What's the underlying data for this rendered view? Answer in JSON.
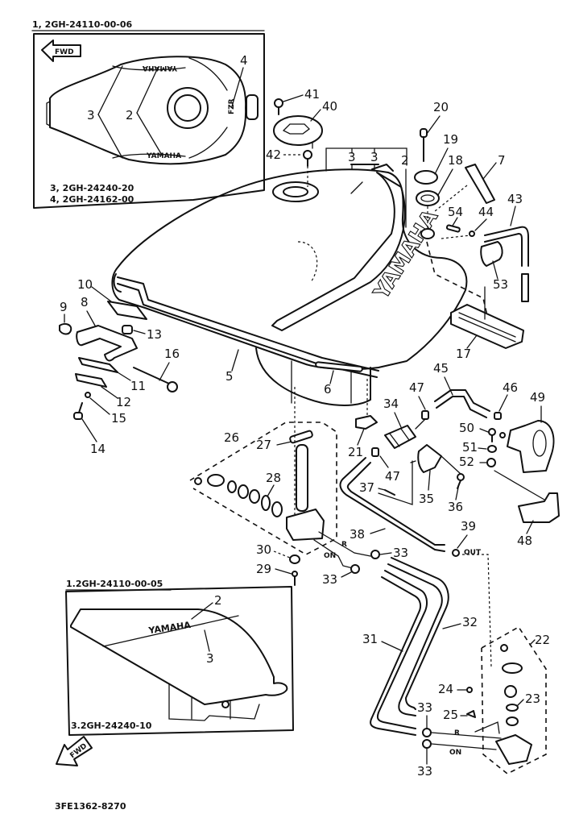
{
  "diagram": {
    "title": "Fuel tank exploded parts diagram",
    "catalog_code": "3FE1362-8270",
    "inset_top": {
      "header": "1, 2GH-24110-00-06",
      "fwd_label": "FWD",
      "footer_line1": "3, 2GH-24240-20",
      "footer_line2": "4, 2GH-24162-00",
      "callouts": [
        "3",
        "2",
        "4"
      ],
      "decal_text": "YAMAHA",
      "emblem_text": "FZR"
    },
    "inset_bottom": {
      "header": "1.2GH-24110-00-05",
      "footer": "3.2GH-24240-10",
      "fwd_label": "FWD",
      "callouts": [
        "2",
        "3"
      ],
      "decal_text": "YAMAHA"
    },
    "tank_decal": "YAMAHA",
    "valve_marks": {
      "reserve": "R",
      "on": "ON",
      "out": "OUT"
    },
    "callouts": [
      {
        "id": "1"
      },
      {
        "id": "2"
      },
      {
        "id": "3a",
        "label": "3"
      },
      {
        "id": "3b",
        "label": "3"
      },
      {
        "id": "5"
      },
      {
        "id": "6"
      },
      {
        "id": "7"
      },
      {
        "id": "8"
      },
      {
        "id": "9"
      },
      {
        "id": "10"
      },
      {
        "id": "11"
      },
      {
        "id": "12"
      },
      {
        "id": "13"
      },
      {
        "id": "14"
      },
      {
        "id": "15"
      },
      {
        "id": "16"
      },
      {
        "id": "17"
      },
      {
        "id": "18"
      },
      {
        "id": "19"
      },
      {
        "id": "20"
      },
      {
        "id": "21"
      },
      {
        "id": "22"
      },
      {
        "id": "23"
      },
      {
        "id": "24"
      },
      {
        "id": "25"
      },
      {
        "id": "26"
      },
      {
        "id": "27"
      },
      {
        "id": "28"
      },
      {
        "id": "29"
      },
      {
        "id": "30"
      },
      {
        "id": "31"
      },
      {
        "id": "32"
      },
      {
        "id": "33"
      },
      {
        "id": "34"
      },
      {
        "id": "35"
      },
      {
        "id": "36"
      },
      {
        "id": "37"
      },
      {
        "id": "38"
      },
      {
        "id": "39"
      },
      {
        "id": "40"
      },
      {
        "id": "41"
      },
      {
        "id": "42"
      },
      {
        "id": "43"
      },
      {
        "id": "44"
      },
      {
        "id": "45"
      },
      {
        "id": "46"
      },
      {
        "id": "47"
      },
      {
        "id": "48"
      },
      {
        "id": "49"
      },
      {
        "id": "50"
      },
      {
        "id": "51"
      },
      {
        "id": "52"
      },
      {
        "id": "53"
      },
      {
        "id": "54"
      }
    ],
    "labels": {
      "n1": "1",
      "n2": "2",
      "n3": "3",
      "n5": "5",
      "n6": "6",
      "n7": "7",
      "n8": "8",
      "n9": "9",
      "n10": "10",
      "n11": "11",
      "n12": "12",
      "n13": "13",
      "n14": "14",
      "n15": "15",
      "n16": "16",
      "n17": "17",
      "n18": "18",
      "n19": "19",
      "n20": "20",
      "n21": "21",
      "n22": "22",
      "n23": "23",
      "n24": "24",
      "n25": "25",
      "n26": "26",
      "n27": "27",
      "n28": "28",
      "n29": "29",
      "n30": "30",
      "n31": "31",
      "n32": "32",
      "n33": "33",
      "n34": "34",
      "n35": "35",
      "n36": "36",
      "n37": "37",
      "n38": "38",
      "n39": "39",
      "n40": "40",
      "n41": "41",
      "n42": "42",
      "n43": "43",
      "n44": "44",
      "n45": "45",
      "n46": "46",
      "n47": "47",
      "n48": "48",
      "n49": "49",
      "n50": "50",
      "n51": "51",
      "n52": "52",
      "n53": "53",
      "n54": "54"
    }
  }
}
